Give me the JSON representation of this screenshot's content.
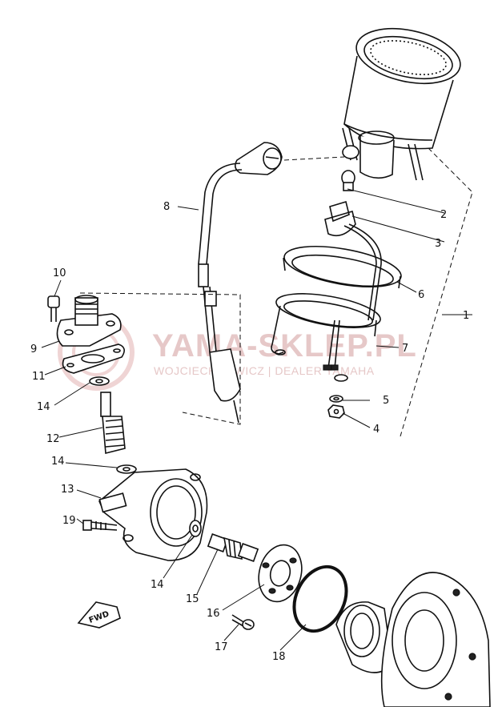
{
  "watermark": {
    "title": "YAMA-SKLEP.PL",
    "subtitle": "WOJCIECH ŁAWICZ | DEALER YAMAHA"
  },
  "direction_badge": "FWD",
  "parts": {
    "p1": "1",
    "p2": "2",
    "p3": "3",
    "p4": "4",
    "p5": "5",
    "p6": "6",
    "p7": "7",
    "p8": "8",
    "p9": "9",
    "p10": "10",
    "p11": "11",
    "p12": "12",
    "p13": "13",
    "p14a": "14",
    "p14b": "14",
    "p14c": "14",
    "p15": "15",
    "p16": "16",
    "p17": "17",
    "p18": "18",
    "p19": "19"
  },
  "colors": {
    "line": "#111111",
    "watermark": "#e6c8c8"
  }
}
